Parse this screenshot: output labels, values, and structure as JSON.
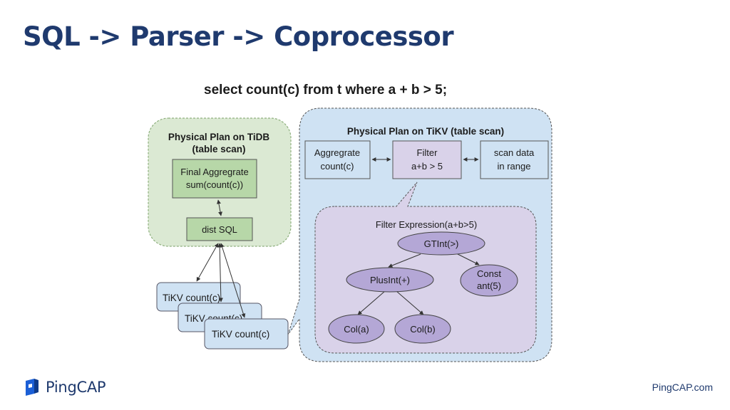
{
  "title": "SQL -> Parser -> Coprocessor",
  "query": "select count(c) from t where a + b > 5;",
  "tidb_panel": {
    "title_line1": "Physical Plan on TiDB",
    "title_line2": "(table scan)",
    "final_agg_line1": "Final Aggregrate",
    "final_agg_line2": "sum(count(c))",
    "dist_sql": "dist SQL"
  },
  "tikv_nodes": [
    "TiKV count(c)",
    "TiKV count(c)",
    "TiKV count(c)"
  ],
  "tikv_panel": {
    "title": "Physical Plan on TiKV (table scan)",
    "aggregate_line1": "Aggregrate",
    "aggregate_line2": "count(c)",
    "filter_line1": "Filter",
    "filter_line2": "a+b > 5",
    "scan_line1": "scan data",
    "scan_line2": "in range"
  },
  "filter_expr": {
    "title": "Filter Expression(a+b>5)",
    "gtint": "GTInt(>)",
    "plusint": "PlusInt(+)",
    "const_line1": "Const",
    "const_line2": "ant(5)",
    "col_a": "Col(a)",
    "col_b": "Col(b)"
  },
  "colors": {
    "title": "#1f3a6e",
    "green_panel": "#dbe9d3",
    "green_box": "#b7d7a8",
    "blue_panel": "#cfe2f3",
    "purple_panel": "#d9d2e9",
    "purple_node": "#b4a7d6"
  },
  "logo": {
    "text": "PingCAP",
    "icon": "pingcap-logo-icon"
  },
  "footer": {
    "url": "PingCAP.com"
  }
}
